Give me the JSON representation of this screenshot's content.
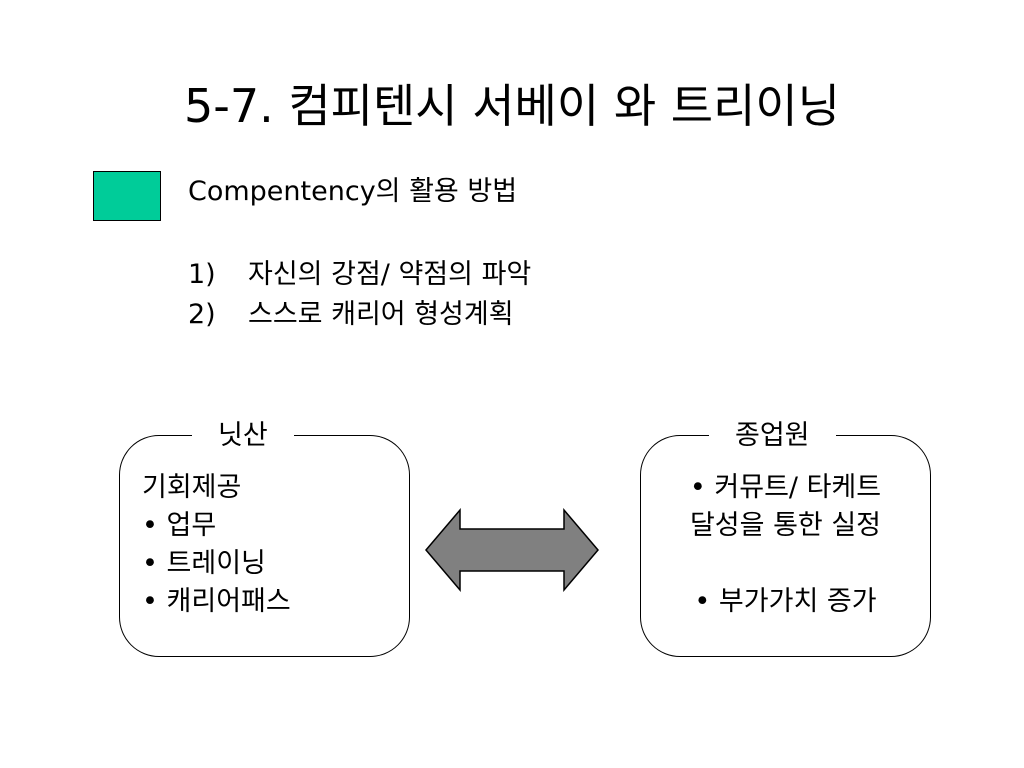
{
  "slide": {
    "title": "5-7. 컴피텐시 서베이 와 트리이닝",
    "subtitle": "Compentency의 활용 방법",
    "list": [
      {
        "num": "1)",
        "text": "자신의 강점/ 약점의 파악"
      },
      {
        "num": "2)",
        "text": "스스로 캐리어 형성계획"
      }
    ]
  },
  "left_box": {
    "label": "닛산",
    "heading": "기회제공",
    "items": [
      "• 업무",
      "• 트레이닝",
      "• 캐리어패스"
    ]
  },
  "right_box": {
    "label": "종업원",
    "lines": [
      "• 커뮤트/ 타케트",
      "달성을 통한 실정"
    ],
    "extra": "• 부가가치 증가"
  },
  "colors": {
    "square_fill": "#00cc99",
    "arrow_fill": "#808080",
    "border": "#000000"
  },
  "icons": {
    "arrow": "double-headed-arrow-icon"
  }
}
